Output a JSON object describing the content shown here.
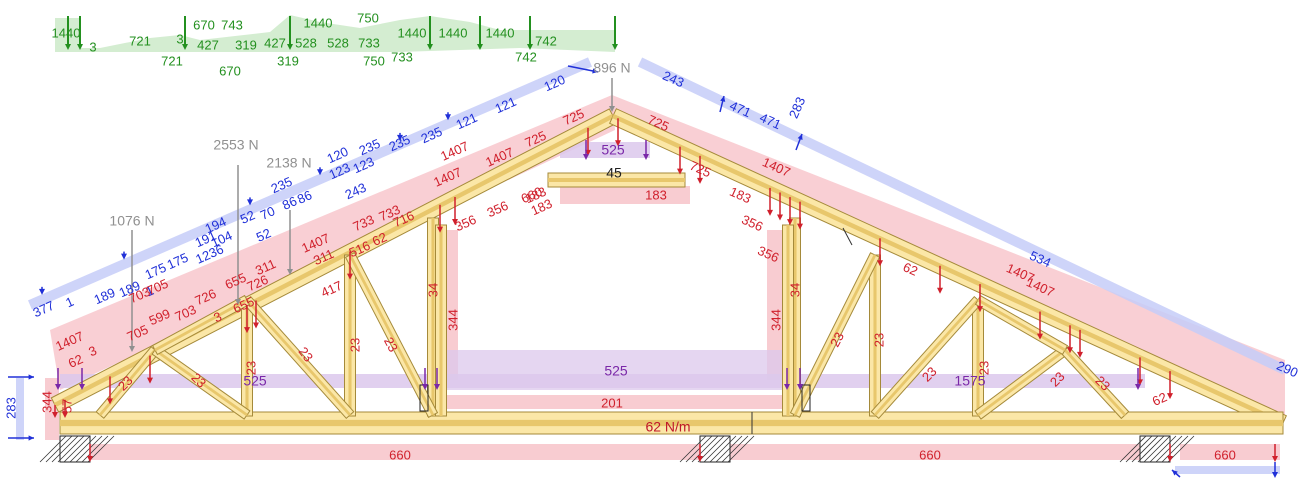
{
  "colors": {
    "timber_fill": "#fbe7a7",
    "timber_stroke": "#a58a3a",
    "timber_core": "#e8c76c",
    "red_band": "#f7c3c9",
    "red_text": "#d0202c",
    "blue_band": "#c5cdf8",
    "blue_text": "#2030d8",
    "green_band": "#c9e9c5",
    "green_text": "#23901f",
    "purple_band": "#dcc8ec",
    "purple_text": "#7a28a8",
    "gray_text": "#909090"
  },
  "annotations": {
    "point_loads": [
      "896 N",
      "2553 N",
      "2138 N",
      "1076 N"
    ],
    "line_load": "62 N/m",
    "green_values": [
      "1440",
      "3",
      "721",
      "3",
      "670",
      "743",
      "427",
      "319",
      "427",
      "1440",
      "528",
      "528",
      "733",
      "750",
      "1440",
      "1440",
      "1440",
      "742",
      "721",
      "670",
      "319",
      "750",
      "733",
      "742"
    ],
    "blue_values": [
      "377",
      "1",
      "189",
      "189",
      "1",
      "175",
      "175",
      "191",
      "1236",
      "194",
      "104",
      "52",
      "70",
      "86",
      "86",
      "235",
      "52",
      "120",
      "123",
      "235",
      "235",
      "235",
      "121",
      "121",
      "120",
      "123",
      "243",
      "243",
      "471",
      "471",
      "283",
      "534",
      "283",
      "290"
    ],
    "red_values": [
      "1407",
      "344",
      "57",
      "3",
      "62",
      "703",
      "705",
      "599",
      "703",
      "726",
      "655",
      "705",
      "311",
      "3",
      "655",
      "726",
      "1407",
      "311",
      "516",
      "733",
      "733",
      "716",
      "417",
      "62",
      "1407",
      "1407",
      "1407",
      "725",
      "725",
      "725",
      "1407",
      "356",
      "356",
      "183",
      "183",
      "183",
      "660",
      "725",
      "183",
      "356",
      "356",
      "1407",
      "62",
      "1407",
      "34",
      "344",
      "344",
      "34",
      "23",
      "23",
      "23",
      "23",
      "23",
      "23",
      "23",
      "23",
      "23",
      "23",
      "201",
      "62",
      "660",
      "660",
      "660",
      "23",
      "23"
    ],
    "purple_values": [
      "525",
      "525",
      "1575",
      "525"
    ],
    "dark_values": [
      "45"
    ]
  }
}
